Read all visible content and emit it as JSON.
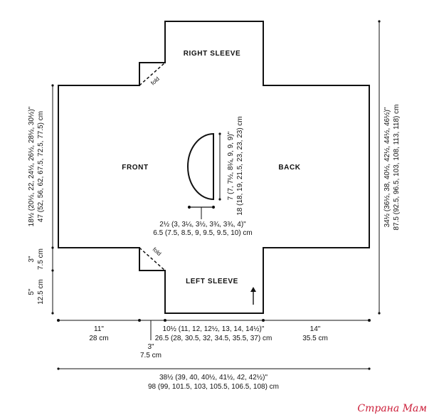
{
  "labels": {
    "right_sleeve": "RIGHT SLEEVE",
    "left_sleeve": "LEFT SLEEVE",
    "front": "FRONT",
    "back": "BACK",
    "fold_top": "fold",
    "fold_bottom": "fold"
  },
  "dimensions": {
    "body_height_in": "18½ (20½, 22, 24½, 26½, 28½, 30½)\"",
    "body_height_cm": "47 (52, 56, 62, 67.5, 72.5, 77.5) cm",
    "sleeve_upper_in": "3\"",
    "sleeve_upper_cm": "7.5 cm",
    "sleeve_lower_in": "5\"",
    "sleeve_lower_cm": "12.5 cm",
    "total_height_in": "34½ (36½, 38, 40½, 42½, 44½, 46½)\"",
    "total_height_cm": "87.5 (92.5, 96.5, 103, 108, 113, 118) cm",
    "neck_depth_in": "7 (7, 7½, 8¼, 9, 9, 9)\"",
    "neck_depth_cm": "18 (18, 19, 21.5, 23, 23, 23) cm",
    "neck_width_in": "2½ (3, 3¼, 3½, 3¾, 3¾, 4)\"",
    "neck_width_cm": "6.5 (7.5, 8.5, 9, 9.5, 9.5, 10) cm",
    "left_width_in": "11\"",
    "left_width_cm": "28 cm",
    "fold_offset_in": "3\"",
    "fold_offset_cm": "7.5 cm",
    "sleeve_width_in": "10½ (11, 12, 12½, 13, 14, 14½)\"",
    "sleeve_width_cm": "26.5 (28, 30.5, 32, 34.5, 35.5, 37) cm",
    "right_width_in": "14\"",
    "right_width_cm": "35.5 cm",
    "total_width_in": "38½ (39, 40, 40½, 41½, 42, 42½)\"",
    "total_width_cm": "98 (99, 101.5, 103, 105.5, 106.5, 108) cm"
  },
  "watermark": "Страна Мам"
}
